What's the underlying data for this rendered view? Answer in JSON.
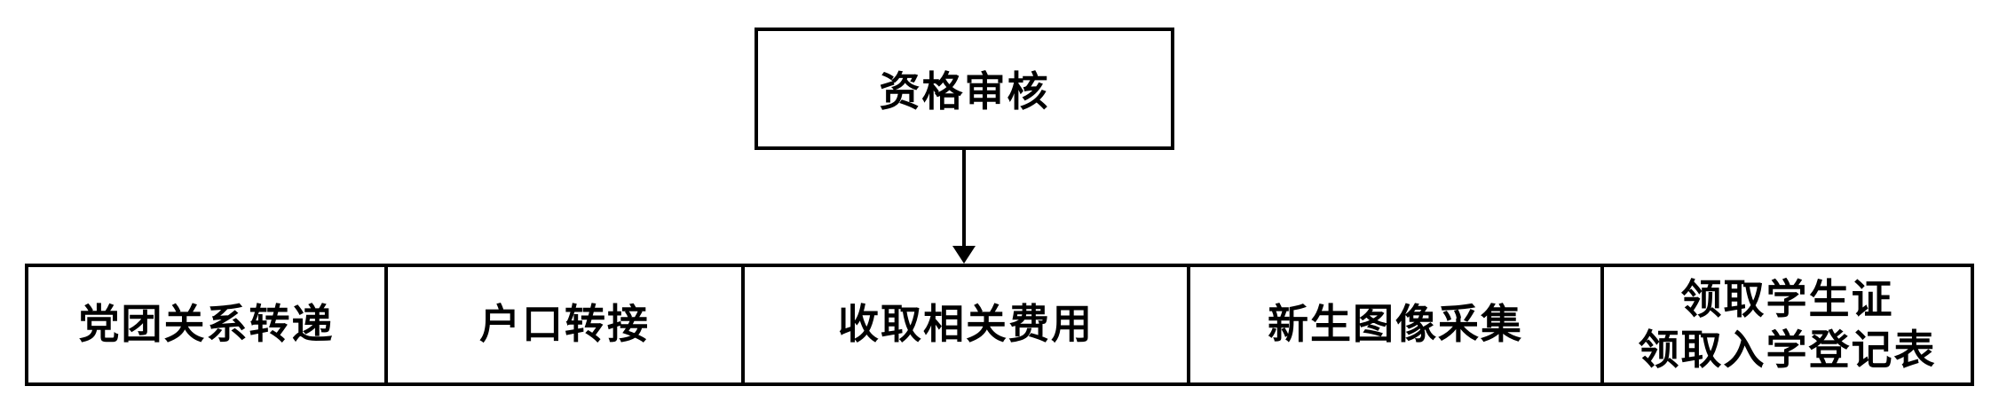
{
  "flow": {
    "top_box": {
      "label": "资格审核"
    },
    "steps": [
      {
        "label": "党团关系转递"
      },
      {
        "label": "户口转接"
      },
      {
        "label": "收取相关费用"
      },
      {
        "label": "新生图像采集"
      },
      {
        "lines": [
          "领取学生证",
          "领取入学登记表"
        ]
      }
    ],
    "colors": {
      "line": "#000000",
      "background": "#ffffff",
      "text": "#000000"
    }
  }
}
